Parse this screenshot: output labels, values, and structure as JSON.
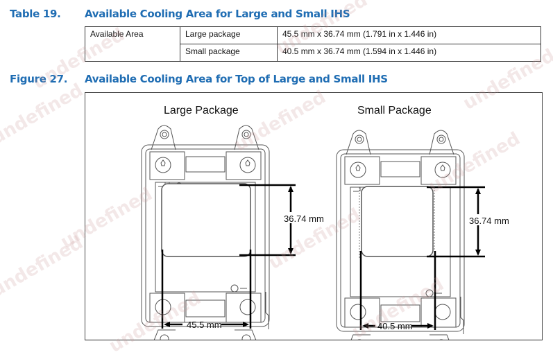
{
  "table": {
    "number": "Table 19.",
    "title": "Available Cooling Area for Large and Small IHS",
    "row_header": "Available Area",
    "rows": [
      {
        "package": "Large package",
        "value": "45.5 mm x 36.74 mm (1.791 in x 1.446 in)"
      },
      {
        "package": "Small package",
        "value": "40.5 mm x 36.74 mm (1.594 in x 1.446 in)"
      }
    ]
  },
  "figure": {
    "number": "Figure 27.",
    "title": "Available Cooling Area for Top of Large and Small IHS",
    "large": {
      "label": "Large Package",
      "height_dim": "36.74 mm",
      "width_dim": "45.5 mm"
    },
    "small": {
      "label": "Small Package",
      "height_dim": "36.74 mm",
      "width_dim": "40.5 mm"
    }
  },
  "watermark": "undefined",
  "colors": {
    "heading": "#1f6db3"
  }
}
